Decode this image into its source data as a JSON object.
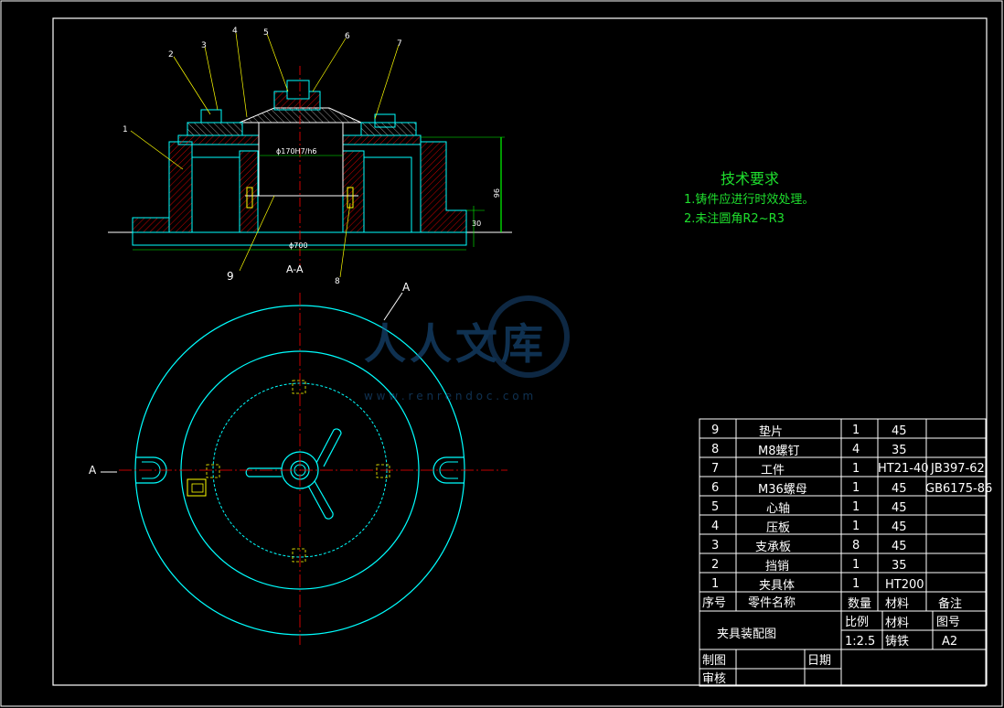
{
  "section_view": {
    "part_numbers": [
      "1",
      "2",
      "3",
      "4",
      "5",
      "6",
      "7",
      "8",
      "9"
    ],
    "fit_dimension": "ϕ170H7/h6",
    "diameter_dimension": "ϕ700",
    "height_dimension": "96",
    "base_dimension": "30",
    "view_label": "A-A"
  },
  "plan_view": {
    "section_marker_top": "A",
    "section_marker_left": "A"
  },
  "watermark": {
    "text": "人人文库",
    "url": "w w w . r e n r e n d o c . c o m"
  },
  "tech_requirements": {
    "title": "技术要求",
    "notes": [
      "1.铸件应进行时效处理。",
      "2.未注圆角R2~R3"
    ]
  },
  "bom": {
    "rows": [
      {
        "no": "9",
        "name": "垫片",
        "qty": "1",
        "material": "45",
        "remark": ""
      },
      {
        "no": "8",
        "name": "M8螺钉",
        "qty": "4",
        "material": "35",
        "remark": ""
      },
      {
        "no": "7",
        "name": "工件",
        "qty": "1",
        "material": "HT21-40",
        "remark": "JB397-62"
      },
      {
        "no": "6",
        "name": "M36螺母",
        "qty": "1",
        "material": "45",
        "remark": "GB6175-86"
      },
      {
        "no": "5",
        "name": "心轴",
        "qty": "1",
        "material": "45",
        "remark": ""
      },
      {
        "no": "4",
        "name": "压板",
        "qty": "1",
        "material": "45",
        "remark": ""
      },
      {
        "no": "3",
        "name": "支承板",
        "qty": "8",
        "material": "45",
        "remark": ""
      },
      {
        "no": "2",
        "name": "挡销",
        "qty": "1",
        "material": "35",
        "remark": ""
      },
      {
        "no": "1",
        "name": "夹具体",
        "qty": "1",
        "material": "HT200",
        "remark": ""
      }
    ],
    "header": {
      "no": "序号",
      "name": "零件名称",
      "qty": "数量",
      "material": "材料",
      "remark": "备注"
    }
  },
  "title_block": {
    "drawing_name": "夹具装配图",
    "scale_label": "比例",
    "scale_value": "1:2.5",
    "material_label": "材料",
    "material_value": "铸铁",
    "drawing_no_label": "图号",
    "drawing_no_value": "A2",
    "drawn_label": "制图",
    "date_label": "日期",
    "checked_label": "审核"
  },
  "colors": {
    "background": "#000000",
    "outline_cyan": "#00ffff",
    "frame_white": "#ffffff",
    "centerline_red": "#ff0000",
    "dimension_green": "#00ff00",
    "note_green": "#1fe02e",
    "leader_yellow": "#ffff00"
  }
}
